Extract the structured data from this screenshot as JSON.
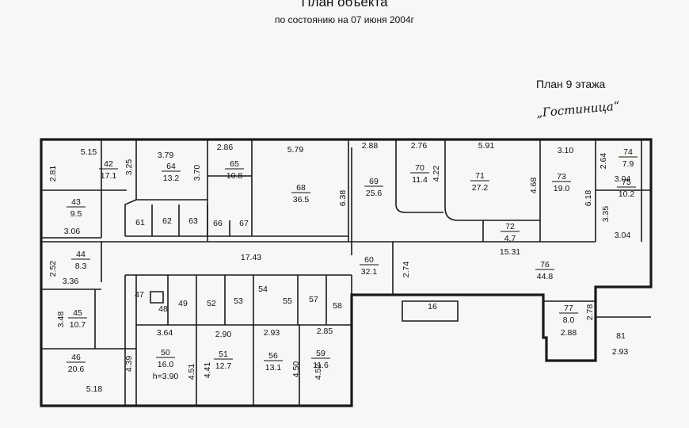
{
  "header": {
    "title": "План объекта",
    "subtitle": "по состоянию на 07 июня 2004г",
    "floor_label": "План 9 этажа",
    "handwritten": "„Гостиница“"
  },
  "rooms": [
    {
      "id": "42",
      "area": "17.1"
    },
    {
      "id": "43",
      "area": "9.5"
    },
    {
      "id": "44",
      "area": "8.3"
    },
    {
      "id": "45",
      "area": "10.7"
    },
    {
      "id": "46",
      "area": "20.6"
    },
    {
      "id": "47",
      "area": ""
    },
    {
      "id": "48",
      "area": ""
    },
    {
      "id": "49",
      "area": ""
    },
    {
      "id": "50",
      "area": "16.0"
    },
    {
      "id": "51",
      "area": "12.7"
    },
    {
      "id": "52",
      "area": ""
    },
    {
      "id": "53",
      "area": ""
    },
    {
      "id": "54",
      "area": ""
    },
    {
      "id": "55",
      "area": ""
    },
    {
      "id": "56",
      "area": "13.1"
    },
    {
      "id": "57",
      "area": ""
    },
    {
      "id": "58",
      "area": ""
    },
    {
      "id": "59",
      "area": "11.6"
    },
    {
      "id": "60",
      "area": "32.1"
    },
    {
      "id": "61",
      "area": ""
    },
    {
      "id": "62",
      "area": ""
    },
    {
      "id": "63",
      "area": ""
    },
    {
      "id": "64",
      "area": "13.2"
    },
    {
      "id": "65",
      "area": "10.8"
    },
    {
      "id": "66",
      "area": ""
    },
    {
      "id": "67",
      "area": ""
    },
    {
      "id": "68",
      "area": "36.5"
    },
    {
      "id": "69",
      "area": "25.6"
    },
    {
      "id": "70",
      "area": "11.4"
    },
    {
      "id": "71",
      "area": "27.2"
    },
    {
      "id": "72",
      "area": "4.7"
    },
    {
      "id": "73",
      "area": "19.0"
    },
    {
      "id": "74",
      "area": "7.9"
    },
    {
      "id": "75",
      "area": "10.2"
    },
    {
      "id": "76",
      "area": "44.8"
    },
    {
      "id": "77",
      "area": "8.0"
    },
    {
      "id": "81",
      "area": ""
    },
    {
      "id": "16",
      "area": ""
    }
  ],
  "dimensions": [
    "5.15",
    "2.81",
    "3.25",
    "3.79",
    "3.70",
    "2.86",
    "5.79",
    "2.88",
    "2.76",
    "5.91",
    "3.10",
    "2.64",
    "3.04",
    "6.18",
    "3.35",
    "3.04",
    "4.68",
    "4.22",
    "6.38",
    "3.06",
    "2.52",
    "3.36",
    "17.43",
    "15.31",
    "2.74",
    "3.48",
    "3.64",
    "2.90",
    "2.93",
    "2.85",
    "4.39",
    "4.51",
    "4.41",
    "4.50",
    "4.52",
    "5.18",
    "2.78",
    "2.88",
    "2.93"
  ],
  "notes": {
    "h50": "h=3.90"
  }
}
